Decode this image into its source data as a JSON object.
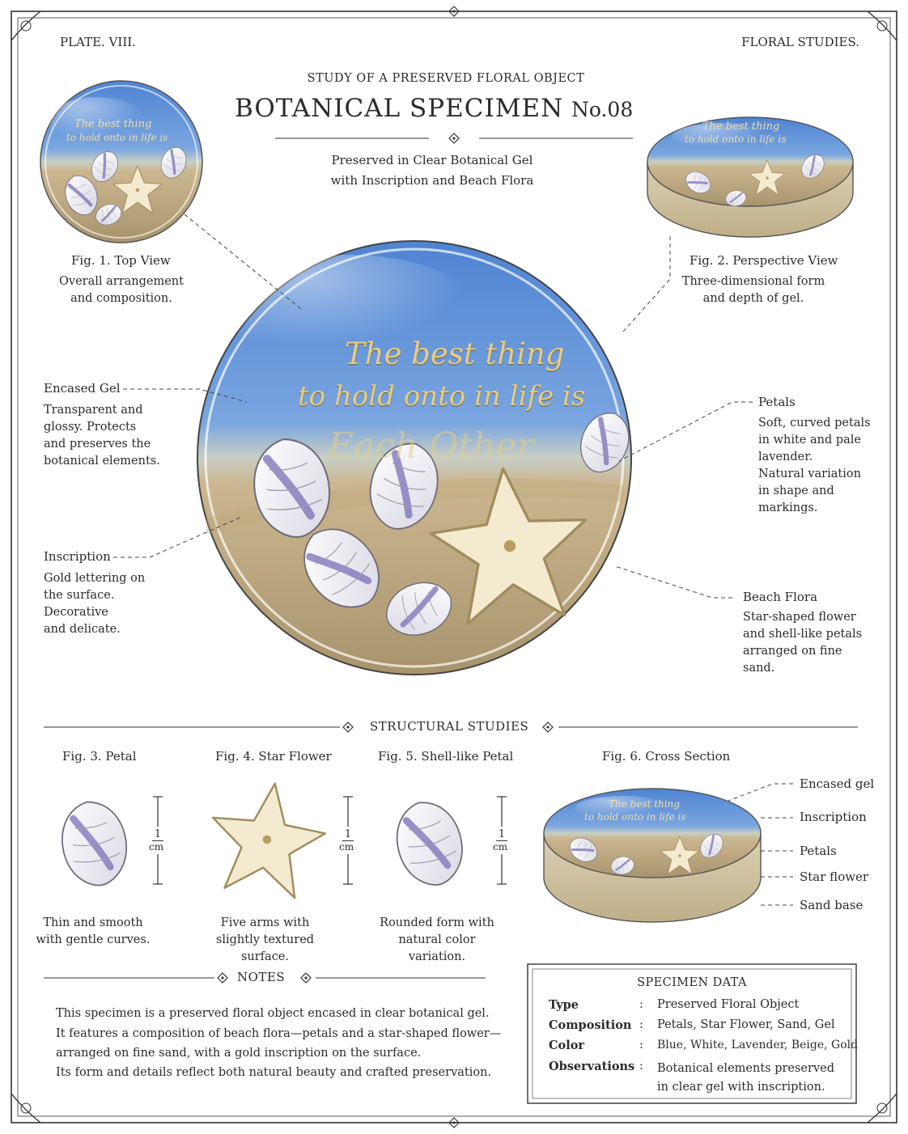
{
  "header": {
    "plate": "PLATE. VIII.",
    "series": "FLORAL STUDIES.",
    "eyebrow": "STUDY OF A PRESERVED FLORAL OBJECT",
    "title": "BOTANICAL SPECIMEN",
    "number": "No.08",
    "subtitle_1": "Preserved in Clear Botanical Gel",
    "subtitle_2": "with Inscription and Beach Flora"
  },
  "specimen": {
    "inscription_line_1": "The best thing",
    "inscription_line_2": "to hold onto in life is",
    "inscription_script": "Each Other"
  },
  "figures": {
    "fig1": {
      "caption": "Fig. 1.  Top View",
      "desc": "Overall arrangement\nand composition."
    },
    "fig2": {
      "caption": "Fig. 2.  Perspective View",
      "desc": "Three-dimensional form\nand depth of gel."
    },
    "fig3": {
      "caption": "Fig. 3.  Petal",
      "desc": "Thin and smooth\nwith gentle curves."
    },
    "fig4": {
      "caption": "Fig. 4.  Star Flower",
      "desc": "Five arms with\nslightly textured surface."
    },
    "fig5": {
      "caption": "Fig. 5.  Shell-like Petal",
      "desc": "Rounded form with\nnatural color variation."
    },
    "fig6": {
      "caption": "Fig. 6.  Cross Section"
    }
  },
  "scale": {
    "num": "1",
    "unit": "cm"
  },
  "annotations": {
    "gel": {
      "title": "Encased Gel",
      "desc": "Transparent and\nglossy. Protects\nand preserves the\nbotanical elements."
    },
    "inscription": {
      "title": "Inscription",
      "desc": "Gold lettering on\nthe surface.\nDecorative\nand delicate."
    },
    "petals": {
      "title": "Petals",
      "desc": "Soft, curved petals\nin white and pale\nlavender.\nNatural variation\nin shape and\nmarkings."
    },
    "beach": {
      "title": "Beach Flora",
      "desc": "Star-shaped flower\nand shell-like petals\narranged on fine\nsand."
    }
  },
  "cross_section_labels": [
    "Encased gel",
    "Inscription",
    "Petals",
    "Star flower",
    "Sand base"
  ],
  "structural_title": "STRUCTURAL STUDIES",
  "notes": {
    "title": "NOTES",
    "lines": [
      "This specimen is a preserved floral object encased in clear botanical gel.",
      "It features a composition of beach flora—petals and a star-shaped flower—",
      "arranged on fine sand, with a gold inscription on the surface.",
      "Its form and details reflect both natural beauty and crafted preservation."
    ]
  },
  "specimen_data": {
    "title": "SPECIMEN DATA",
    "rows": [
      {
        "key": "Type",
        "value": "Preserved Floral Object"
      },
      {
        "key": "Composition",
        "value": "Petals, Star Flower, Sand, Gel"
      },
      {
        "key": "Color",
        "value": "Blue, White, Lavender, Beige, Gold"
      },
      {
        "key": "Observations",
        "value": "Botanical elements preserved\nin clear gel with inscription."
      }
    ]
  },
  "palette": {
    "gel_blue": "#5b8fd6",
    "sand": "#c9b48c",
    "gold": "#e2c27a",
    "lavender": "#7a6fb8",
    "ink": "#2b2b2b"
  }
}
